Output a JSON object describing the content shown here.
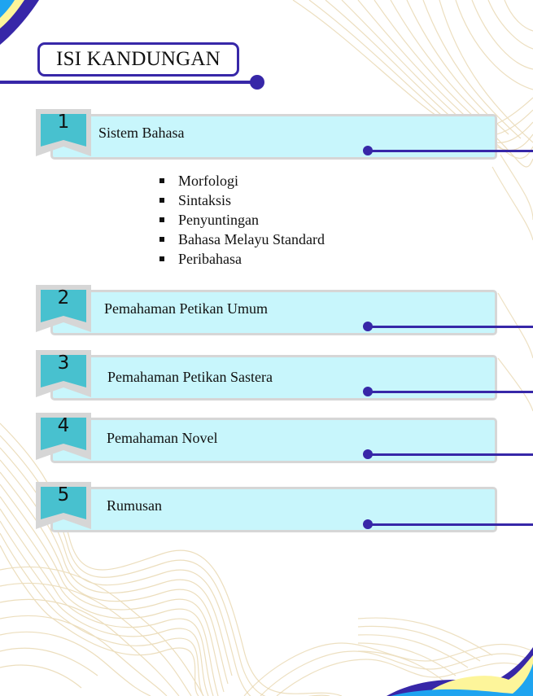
{
  "page": {
    "title": "ISI KANDUNGAN",
    "colors": {
      "accent": "#3727a8",
      "card_fill": "#c8f6fc",
      "card_border": "#d6d6d6",
      "badge_teal": "#48c1cf",
      "wave_lines": "#e6d6b0",
      "corner_blue": "#1ea4f0",
      "corner_yellow": "#fdf59a"
    }
  },
  "sections": [
    {
      "number": "1",
      "label": "Sistem Bahasa",
      "subitems": [
        "Morfologi",
        "Sintaksis",
        "Penyuntingan",
        "Bahasa Melayu Standard",
        "Peribahasa"
      ]
    },
    {
      "number": "2",
      "label": "Pemahaman Petikan Umum"
    },
    {
      "number": "3",
      "label": "Pemahaman Petikan Sastera"
    },
    {
      "number": "4",
      "label": "Pemahaman Novel"
    },
    {
      "number": "5",
      "label": "Rumusan"
    }
  ]
}
